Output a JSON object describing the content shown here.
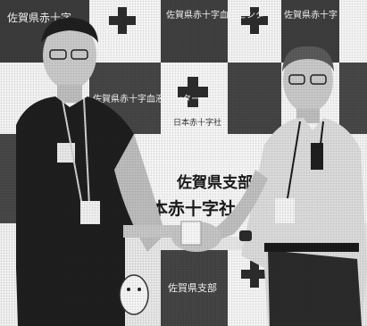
{
  "photo": {
    "backdrop_text": {
      "tile_1": "佐賀県赤十字",
      "tile_2": "佐賀県赤十字血液センター",
      "tile_3": "佐賀県赤十字",
      "tile_4": "佐賀県赤十字血液センター",
      "tile_5": "佐賀県支部",
      "logo_caption": "日本赤十字社"
    },
    "banner_text": {
      "line_1": "佐賀県支部",
      "line_2": "日本赤十字社"
    }
  },
  "colors": {
    "backdrop_light": "#f2f2f2",
    "backdrop_dark": "#3a3a3a",
    "shirt_dark": "#1d1d1d",
    "shirt_light": "#dcdcdc"
  }
}
